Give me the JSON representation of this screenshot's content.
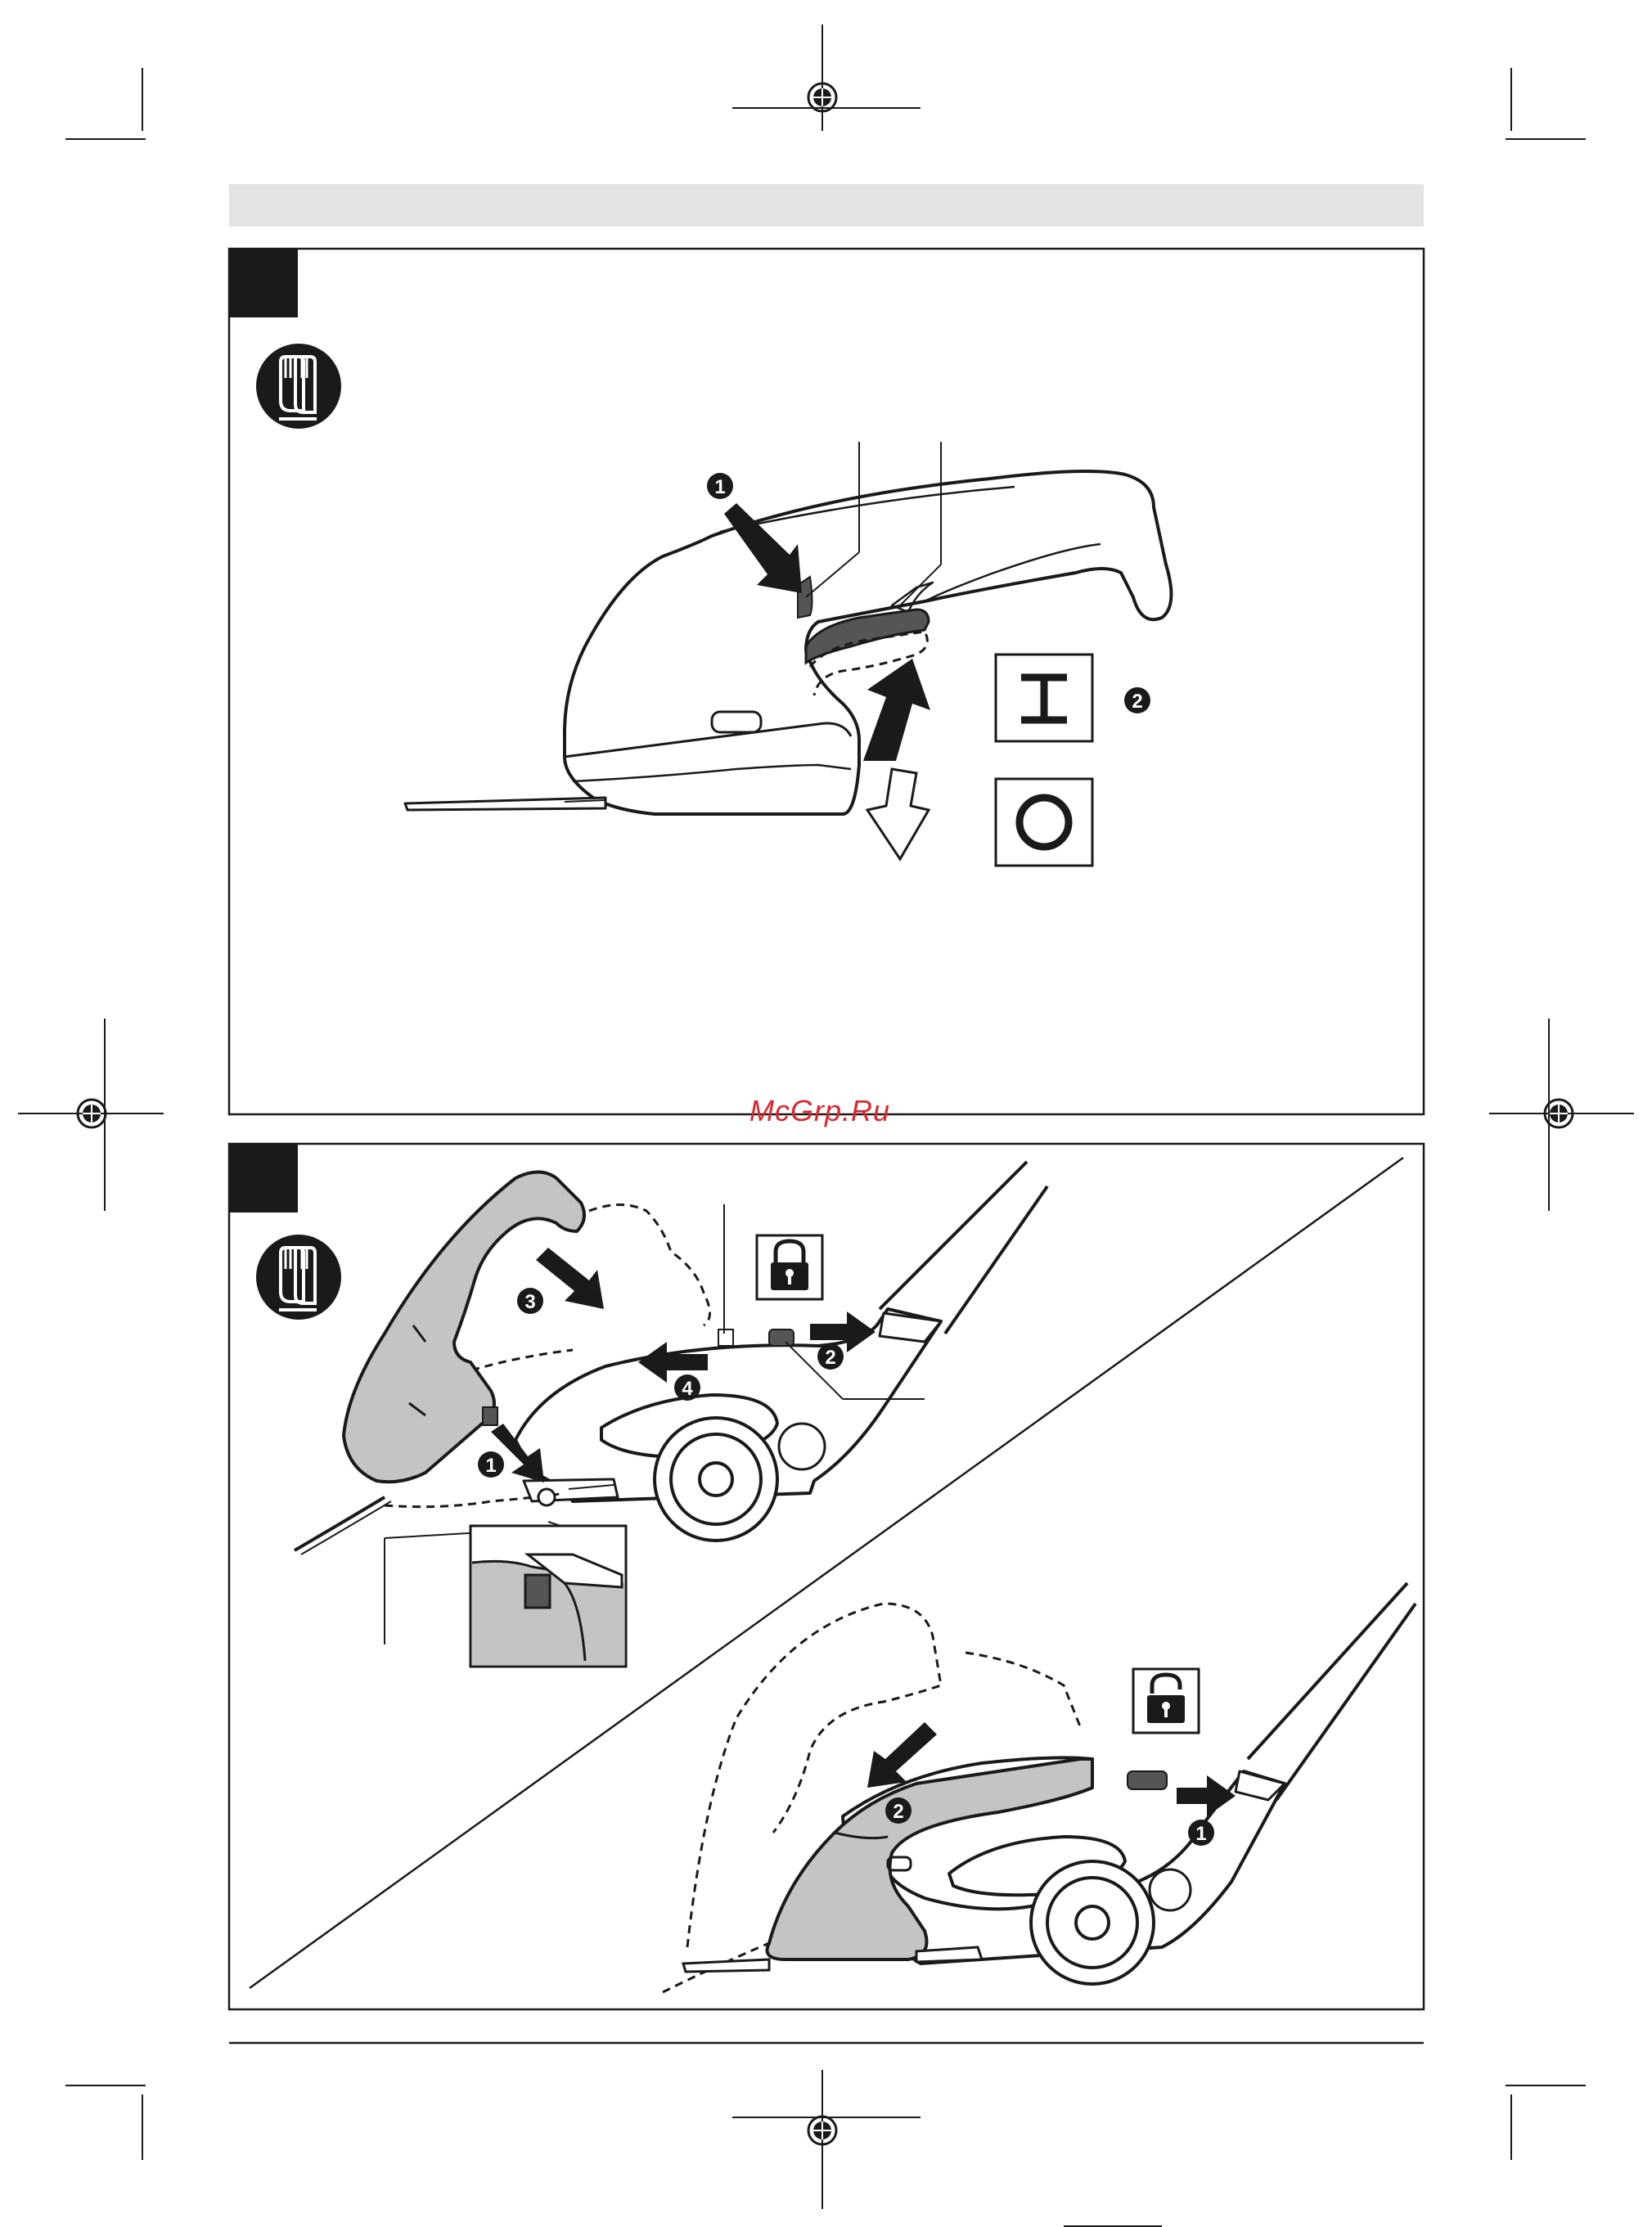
{
  "watermark": "McGrp.Ru",
  "panel_top": {
    "step_badges": [
      "❶",
      "❷"
    ],
    "switch_on_symbol": "I",
    "switch_off_symbol": "O",
    "icons": [
      "gloves-icon"
    ]
  },
  "panel_bottom": {
    "step_badges_mount": [
      "❶",
      "❷",
      "❸",
      "❹"
    ],
    "step_badges_remove": [
      "❶",
      "❷"
    ],
    "icons": [
      "gloves-icon",
      "lock-closed-icon",
      "lock-open-icon"
    ]
  },
  "colors": {
    "line": "#1a1a1a",
    "header_bar": "#e3e3e3",
    "grey_fill": "#c4c4c4",
    "trigger_fill": "#555555",
    "watermark": "#d8282e"
  }
}
